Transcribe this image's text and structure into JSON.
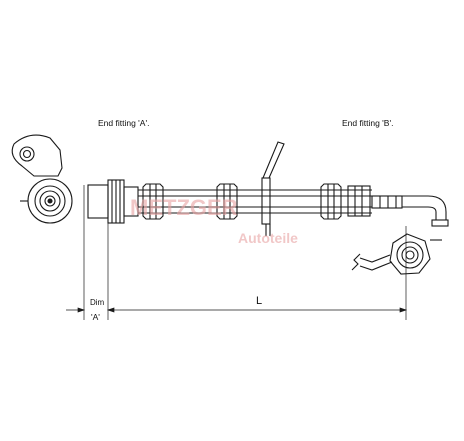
{
  "labels": {
    "end_fitting_a": "End fitting 'A'.",
    "end_fitting_b": "End fitting 'B'."
  },
  "dimensions": {
    "dim_label": "Dim",
    "dim_a": "'A'",
    "length": "L"
  },
  "watermark": {
    "brand": "METZGER",
    "sub": "Autoteile"
  },
  "colors": {
    "line": "#1a1a1a",
    "watermark": "#e8a3a3"
  }
}
